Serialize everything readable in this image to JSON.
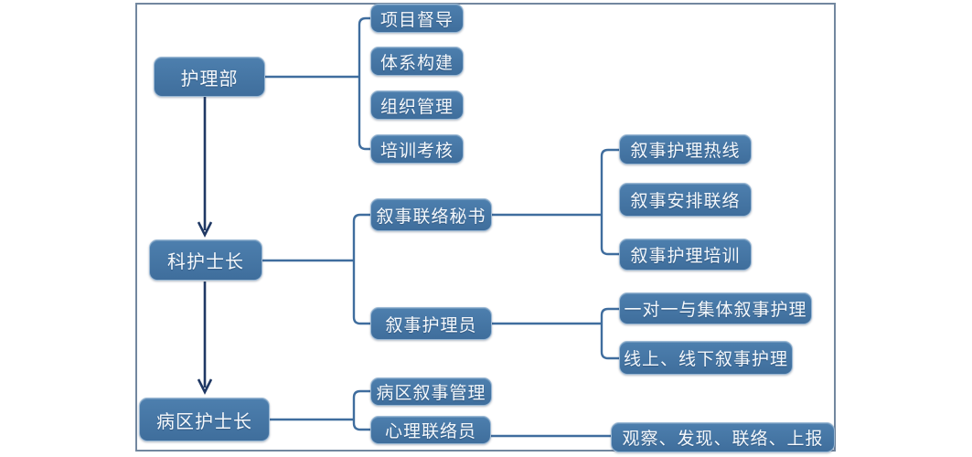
{
  "diagram_title": "",
  "colors": {
    "node_fill_top": "#4d7fae",
    "node_fill_bottom": "#3f6e9c",
    "node_border": "#9ab8d4",
    "connector": "#3f6d9e",
    "arrow": "#1f3864",
    "frame_border": "#72879f",
    "node_text": "#f4f8fc",
    "page_bg": "#ffffff"
  },
  "nodes": {
    "nursing_dept": "护理部",
    "project_supervision": "项目督导",
    "system_construction": "体系构建",
    "org_management": "组织管理",
    "training_assessment": "培训考核",
    "dept_head_nurse": "科护士长",
    "narrative_liaison_secretary": "叙事联络秘书",
    "narrative_hotline": "叙事护理热线",
    "narrative_arrangement_liaison": "叙事安排联络",
    "narrative_training": "叙事护理培训",
    "narrative_nurse": "叙事护理员",
    "one_on_one_group": "一对一与集体叙事护理",
    "online_offline": "线上、线下叙事护理",
    "ward_head_nurse": "病区护士长",
    "ward_narrative_management": "病区叙事管理",
    "psych_liaison": "心理联络员",
    "observe_report": "观察、发现、联络、上报"
  },
  "hierarchy": [
    {
      "label": "护理部",
      "children": [
        "项目督导",
        "体系构建",
        "组织管理",
        "培训考核"
      ]
    },
    {
      "label": "科护士长",
      "children": [
        {
          "label": "叙事联络秘书",
          "children": [
            "叙事护理热线",
            "叙事安排联络",
            "叙事护理培训"
          ]
        },
        {
          "label": "叙事护理员",
          "children": [
            "一对一与集体叙事护理",
            "线上、线下叙事护理"
          ]
        }
      ]
    },
    {
      "label": "病区护士长",
      "children": [
        {
          "label": "病区叙事管理"
        },
        {
          "label": "心理联络员",
          "children": [
            "观察、发现、联络、上报"
          ]
        }
      ]
    }
  ]
}
